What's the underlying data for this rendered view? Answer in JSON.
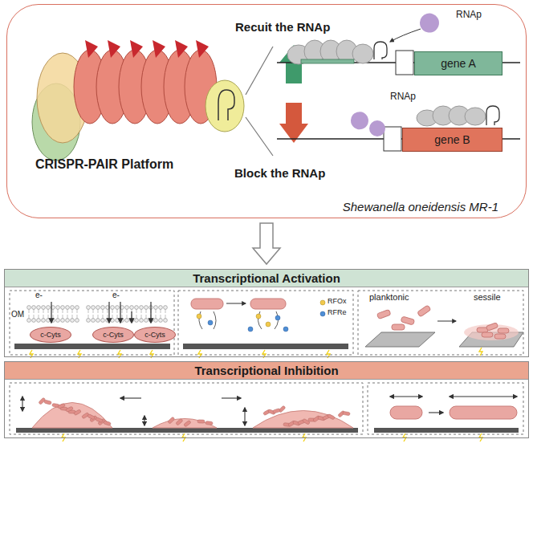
{
  "diagram": {
    "nodes": [
      {
        "text": [
          "Shewanella oneidensis MR-1"
        ]
      },
      {
        "text": [
          "gene A"
        ],
        "in": 0
      },
      {
        "text": [
          "gene B"
        ],
        "in": 0
      },
      {
        "text": [
          "Transcriptional Activation"
        ]
      },
      {
        "text": [
          "c-Cyts"
        ],
        "in": 3
      },
      {
        "text": [
          "c-Cyts"
        ],
        "in": 3
      },
      {
        "text": [
          "c-Cyts"
        ],
        "in": 3
      },
      {
        "text": [
          "Transcriptional Inhibition"
        ]
      }
    ],
    "edges": [
      {
        "from": 0,
        "to": 3,
        "arrow": "to"
      }
    ],
    "labels": [
      "Recuit the RNAp",
      "RNAp",
      "CRISPR-PAIR Platform",
      "Block the RNAp",
      "RNAp",
      "e-",
      "OM",
      "e-",
      "RFOx",
      "RFRe",
      "planktonic",
      "sessile"
    ]
  }
}
